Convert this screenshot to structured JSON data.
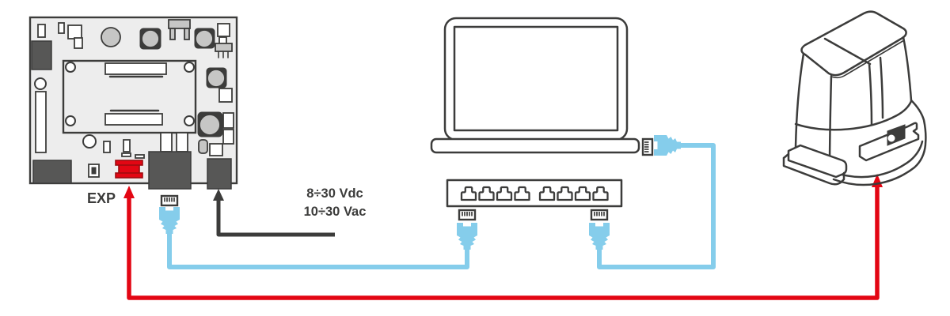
{
  "diagram": {
    "labels": {
      "exp": "EXP",
      "power_dc": "8÷30 Vdc",
      "power_ac": "10÷30 Vac"
    },
    "colors": {
      "bg": "#FFFFFF",
      "line-dark": "#3C3C3B",
      "cable-blue": "#85CDEB",
      "cable-red": "#E30613",
      "exp-red": "#E30613",
      "exp-red-dark": "#9E0B0F",
      "pcb-fill": "#EDEDED",
      "comp-dark": "#575756",
      "comp-gray": "#C6C6C5"
    },
    "icons": [
      "rj45-port-icon",
      "rj45-plug-icon",
      "up-arrow-icon"
    ]
  }
}
